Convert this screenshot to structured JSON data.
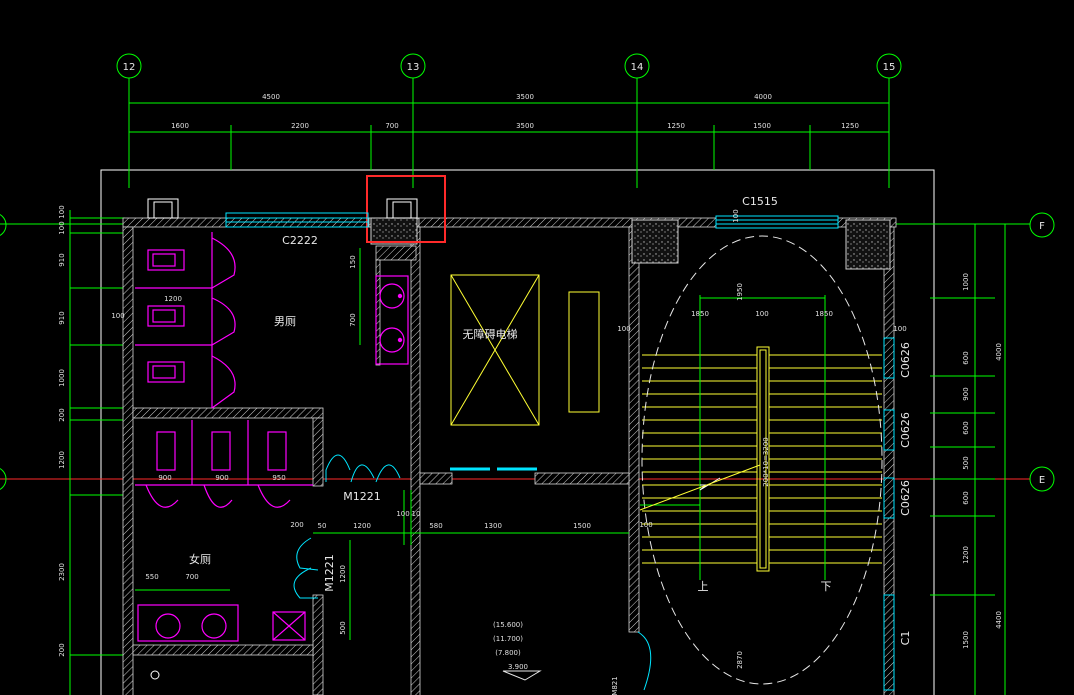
{
  "axes_top": [
    "12",
    "13",
    "14",
    "15"
  ],
  "axes_right": [
    "F",
    "E"
  ],
  "dims_top_row1": [
    "4500",
    "3500",
    "4000"
  ],
  "dims_top_row2": [
    "1600",
    "2200",
    "700",
    "3500",
    "1250",
    "1500",
    "1250"
  ],
  "dims_left": [
    "100",
    "100",
    "910",
    "910",
    "1000",
    "200",
    "1200",
    "2300",
    "200"
  ],
  "dims_right_outer": [
    "4000",
    "4400"
  ],
  "dims_right_inner": [
    "1000",
    "600",
    "900",
    "600",
    "500",
    "600",
    "1200",
    "1500"
  ],
  "labels": {
    "window_c2222": "C2222",
    "window_c1515": "C1515",
    "mens_room": "男厕",
    "womens_room": "女厕",
    "elevator": "无障碍电梯",
    "door_m1221": "M1221",
    "door_m1221_v": "M1221",
    "window_c0626_1": "C0626",
    "window_c0626_2": "C0626",
    "window_c0626_3": "C0626",
    "window_c1": "C1",
    "stair_up": "上",
    "stair_down": "下",
    "stair_dims": "200*10=3200",
    "stair_w1": "1850",
    "stair_w2": "100",
    "stair_w3": "1850",
    "stair_top": "1950",
    "stair_2870": "2870",
    "elev_levels": [
      "(15.600)",
      "(11.700)",
      "(7.800)",
      "3.900"
    ],
    "door_m821": "M821"
  },
  "small_dims": {
    "d150": "150",
    "d700": "700",
    "d1200a": "1200",
    "d100a": "100",
    "d900a": "900",
    "d900b": "900",
    "d950": "950",
    "d200a": "200",
    "d50": "50",
    "d1200b": "1200",
    "d100b": "100",
    "d10c": "10",
    "d580": "580",
    "d1300": "1300",
    "d1500": "1500",
    "d100c": "100",
    "d550": "550",
    "d700b": "700",
    "d1200c": "1200",
    "d500": "500",
    "d100d": "100",
    "d100e": "100",
    "d100f": "100"
  },
  "colors": {
    "background": "#000000",
    "axis_lines": "#00ff00",
    "walls": "#ffffff",
    "fixtures": "#ff00ff",
    "doors_windows": "#00e5ff",
    "stairs": "#ffff33",
    "highlight_box": "#ff2a2a"
  }
}
